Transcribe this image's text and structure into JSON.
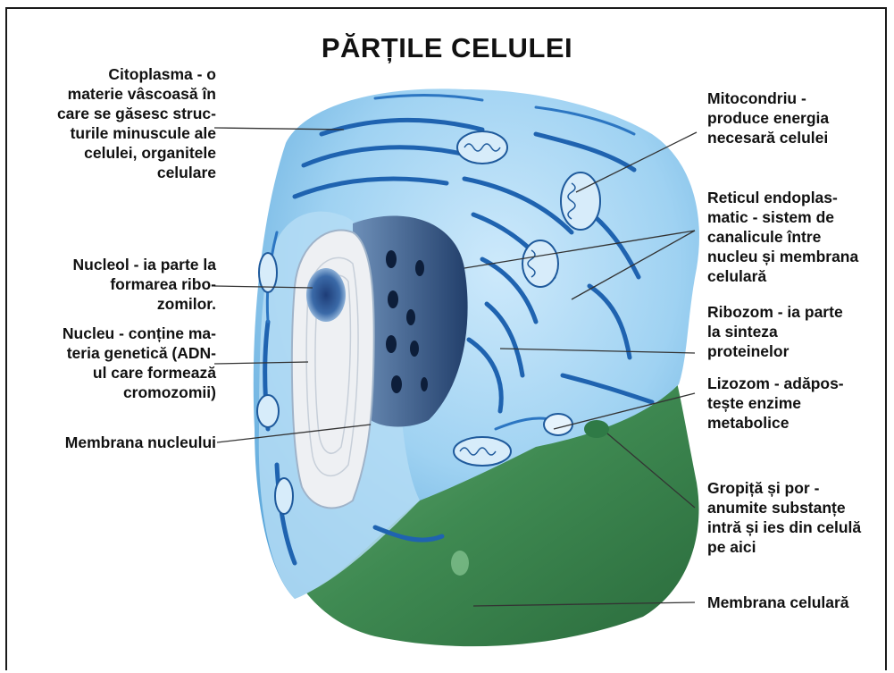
{
  "title": "PĂRȚILE CELULEI",
  "labels": {
    "citoplasma": "Citoplasma - o\nmaterie vâscoasă în\ncare se găsesc struc-\nturile minuscule ale\ncelulei, organitele\ncelulare",
    "nucleol": "Nucleol - ia parte la\nformarea ribo-\nzomilor.",
    "nucleu": "Nucleu - conține ma-\nteria genetică (ADN-\nul care formează\ncromozomii)",
    "membrana_nucleului": "Membrana nucleului",
    "mitocondriu": "Mitocondriu -\nproduce energia\nnecesară celulei",
    "reticul": "Reticul endoplas-\nmatic - sistem de\ncanalicule între\nnucleu și membrana\ncelulară",
    "ribozom": "Ribozom - ia parte\nla sinteza\nproteinelor",
    "lizozom": "Lizozom - adăpos-\ntește enzime\nmetabolice",
    "gropita": "Gropiță și por -\nanumite substanțe\nintră și ies din celulă\npe aici",
    "membrana_celulara": "Membrana celulară"
  },
  "colors": {
    "cytoplasm": "#8cc8ee",
    "organelle": "#1f63b0",
    "nucleus": "#2f5a8c",
    "membrane_green": "#3f8a52"
  }
}
